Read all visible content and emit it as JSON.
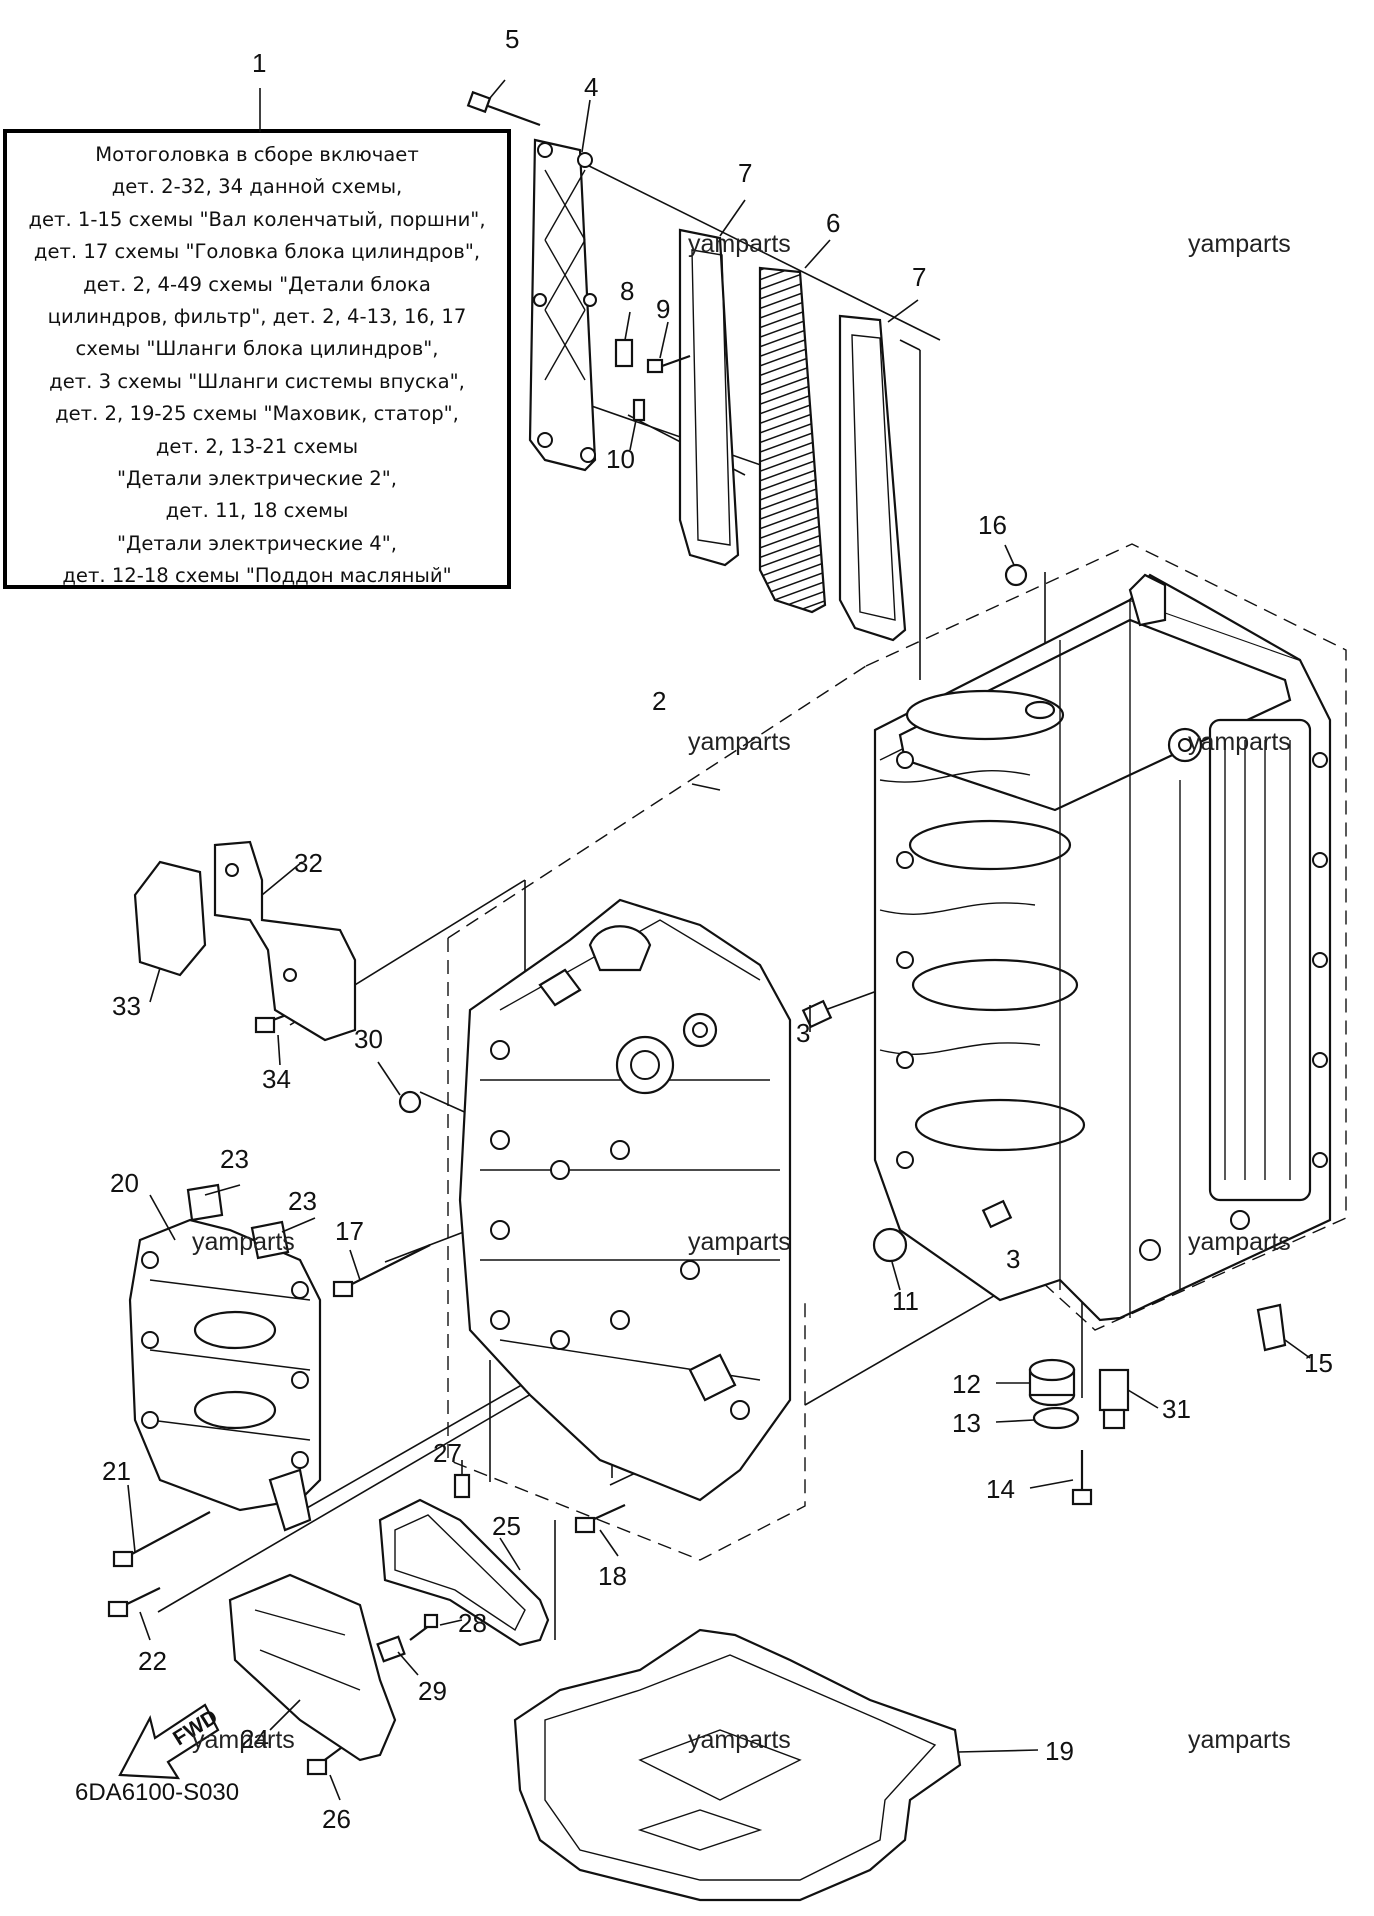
{
  "note": {
    "lines": [
      "Мотоголовка в сборе включает",
      "дет. 2-32, 34 данной схемы,",
      "дет. 1-15 схемы \"Вал коленчатый, поршни\",",
      "дет. 17 схемы \"Головка блока цилиндров\",",
      "дет. 2, 4-49 схемы \"Детали блока",
      "цилиндров, фильтр\", дет. 2, 4-13, 16, 17",
      "схемы \"Шланги блока цилиндров\",",
      "дет. 3 схемы \"Шланги системы впуска\",",
      "дет. 2, 19-25 схемы \"Маховик, статор\",",
      "дет. 2, 13-21 схемы",
      "\"Детали электрические 2\",",
      "дет. 11, 18 схемы",
      "\"Детали электрические 4\",",
      "дет. 12-18 схемы \"Поддон масляный\""
    ]
  },
  "callouts": [
    "1",
    "2",
    "3",
    "3",
    "4",
    "5",
    "6",
    "7",
    "7",
    "8",
    "9",
    "10",
    "11",
    "12",
    "13",
    "14",
    "15",
    "16",
    "17",
    "18",
    "19",
    "20",
    "21",
    "22",
    "23",
    "23",
    "24",
    "25",
    "26",
    "27",
    "28",
    "29",
    "30",
    "31",
    "32",
    "33",
    "34"
  ],
  "watermark": "yamparts",
  "fwd_label": "FWD",
  "diagram_code": "6DA6100-S030",
  "colors": {
    "line": "#111111",
    "background": "#ffffff"
  }
}
